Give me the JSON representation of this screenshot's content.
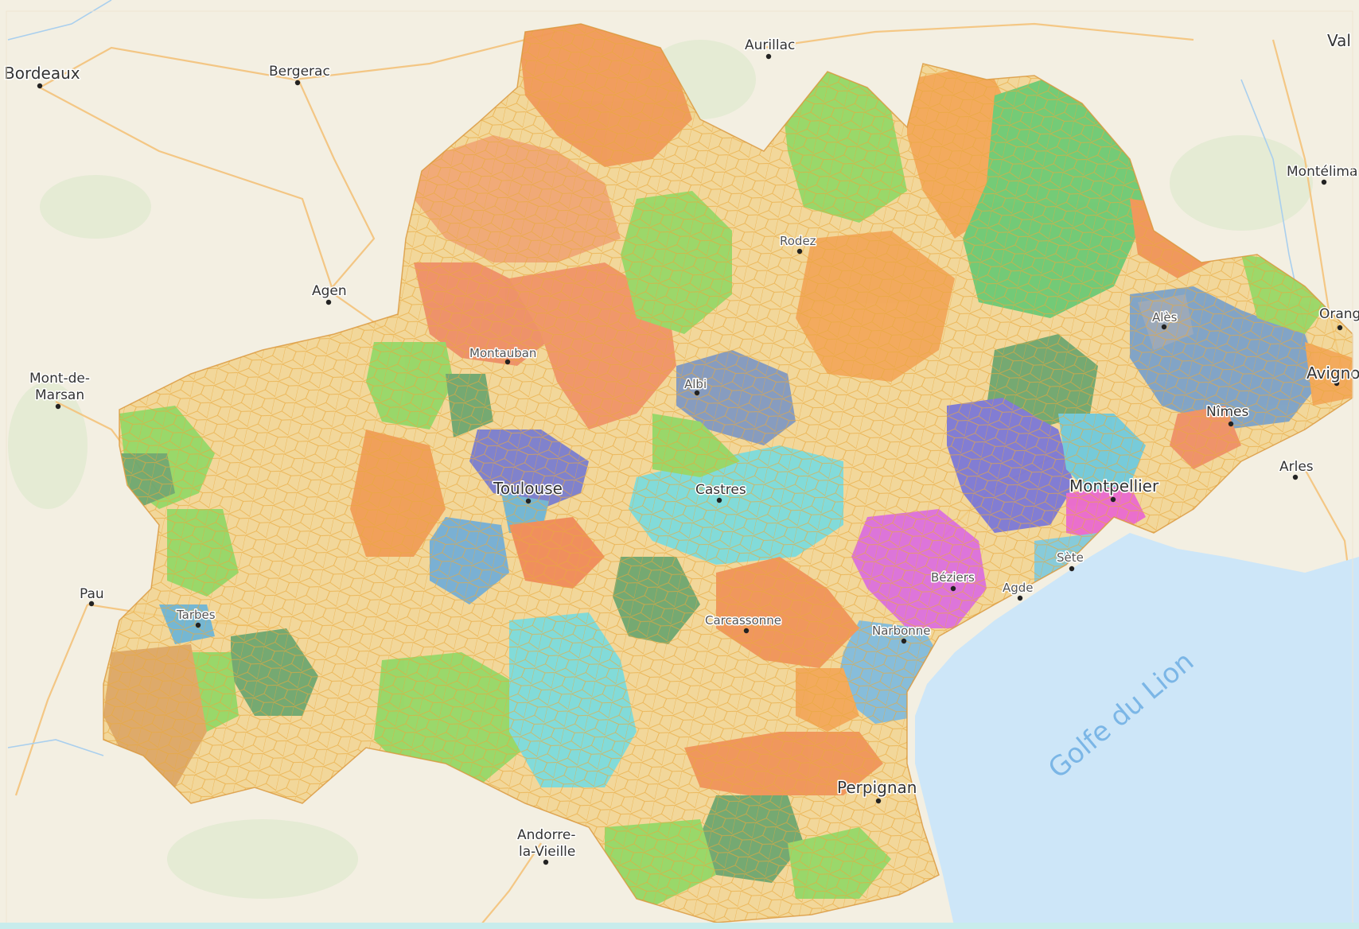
{
  "map": {
    "colors": {
      "land": "#f3efe2",
      "sea": "#cde6f8",
      "region_base": "#f2cf82",
      "commune_stroke": "#e8a83c"
    },
    "sea_label": "Golfe du Lion",
    "cities": [
      {
        "name": "Bordeaux",
        "id": "bordeaux"
      },
      {
        "name": "Bergerac",
        "id": "bergerac"
      },
      {
        "name": "Aurillac",
        "id": "aurillac"
      },
      {
        "name": "Val",
        "id": "val"
      },
      {
        "name": "Montélima",
        "id": "montelimar"
      },
      {
        "name": "Orang",
        "id": "orange"
      },
      {
        "name": "Avigno",
        "id": "avignon"
      },
      {
        "name": "Arles",
        "id": "arles"
      },
      {
        "name": "Agen",
        "id": "agen"
      },
      {
        "name": "Mont-de-",
        "id": "mont-de-marsan-1"
      },
      {
        "name": "Marsan",
        "id": "mont-de-marsan-2"
      },
      {
        "name": "Pau",
        "id": "pau"
      },
      {
        "name": "Tarbes",
        "id": "tarbes"
      },
      {
        "name": "Montauban",
        "id": "montauban"
      },
      {
        "name": "Toulouse",
        "id": "toulouse"
      },
      {
        "name": "Albi",
        "id": "albi"
      },
      {
        "name": "Rodez",
        "id": "rodez"
      },
      {
        "name": "Castres",
        "id": "castres"
      },
      {
        "name": "Carcassonne",
        "id": "carcassonne"
      },
      {
        "name": "Narbonne",
        "id": "narbonne"
      },
      {
        "name": "Béziers",
        "id": "beziers"
      },
      {
        "name": "Agde",
        "id": "agde"
      },
      {
        "name": "Sète",
        "id": "sete"
      },
      {
        "name": "Montpellier",
        "id": "montpellier"
      },
      {
        "name": "Nîmes",
        "id": "nimes"
      },
      {
        "name": "Alès",
        "id": "ales"
      },
      {
        "name": "Perpignan",
        "id": "perpignan"
      },
      {
        "name": "Andorre-",
        "id": "andorre-1"
      },
      {
        "name": "la-Vieille",
        "id": "andorre-2"
      }
    ]
  }
}
